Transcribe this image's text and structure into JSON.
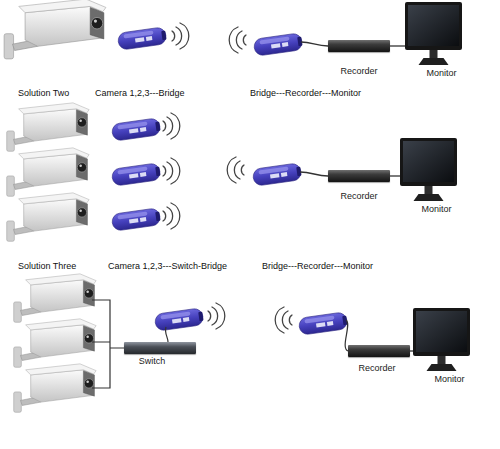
{
  "diagram": {
    "nodes": [
      {
        "text": [
          "Recorder"
        ]
      },
      {
        "text": [
          "Monitor"
        ]
      },
      {
        "text": [
          "Recorder"
        ]
      },
      {
        "text": [
          "Monitor"
        ]
      },
      {
        "text": [
          "Switch"
        ]
      },
      {
        "text": [
          "Recorder"
        ]
      },
      {
        "text": [
          "Monitor"
        ]
      }
    ],
    "edges": [
      {
        "from": 0,
        "to": 1,
        "arrow": "none"
      },
      {
        "from": 2,
        "to": 3,
        "arrow": "none"
      },
      {
        "from": 5,
        "to": 6,
        "arrow": "none"
      }
    ],
    "labels": [
      "Solution Two",
      "Camera 1,2,3---Bridge",
      "Bridge---Recorder---Monitor",
      "Solution Three",
      "Camera 1,2,3---Switch-Bridge",
      "Bridge---Recorder---Monitor"
    ]
  }
}
